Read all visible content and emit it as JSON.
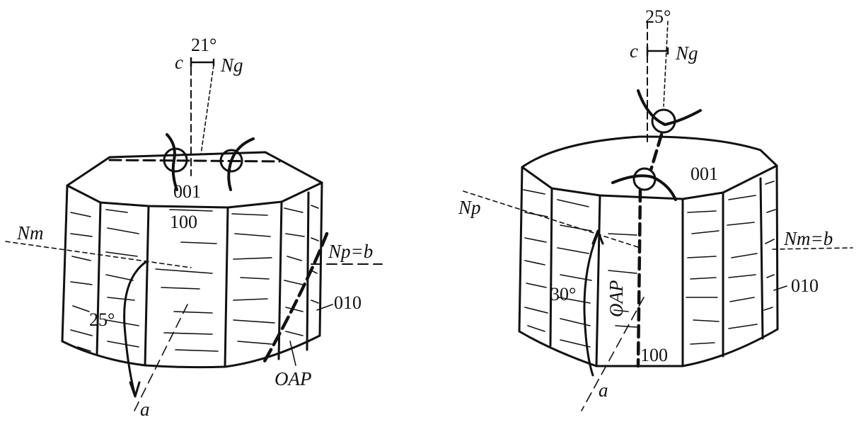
{
  "left": {
    "angle_top": "21°",
    "axis_c": "c",
    "axis_ng": "Ng",
    "face_001": "001",
    "face_100": "100",
    "face_010": "010",
    "axis_nm": "Nm",
    "axis_np_b": "Np=b",
    "angle_side": "25°",
    "oap": "OAP",
    "axis_a": "a"
  },
  "right": {
    "angle_top": "25°",
    "axis_c": "c",
    "axis_ng": "Ng",
    "face_001": "001",
    "face_100": "100",
    "face_010": "010",
    "axis_np": "Np",
    "axis_nm_b": "Nm=b",
    "angle_side": "30°",
    "oap": "OAP",
    "axis_a": "a"
  }
}
